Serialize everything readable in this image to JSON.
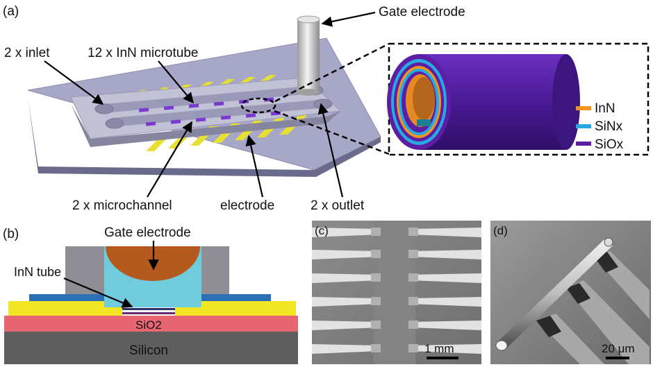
{
  "panel_a": {
    "tag": "(a)",
    "labels": {
      "gate_electrode": "Gate electrode",
      "inlet": "2 x inlet",
      "microtube": "12 x InN microtube",
      "microchannel": "2 x microchannel",
      "electrode": "electrode",
      "outlet": "2 x outlet"
    },
    "legend": [
      {
        "name": "InN",
        "color": "#f0961e"
      },
      {
        "name": "SiNx",
        "color": "#2aa8e0"
      },
      {
        "name": "SiOx",
        "color": "#5b1ea5"
      }
    ]
  },
  "panel_b": {
    "tag": "(b)",
    "labels": {
      "gate_electrode": "Gate electrode",
      "tube": "InN tube",
      "oxide": "SiO2",
      "substrate": "Silicon"
    }
  },
  "panel_c": {
    "tag": "(c)",
    "scale_label": "1 mm"
  },
  "panel_d": {
    "tag": "(d)",
    "scale_label": "20 μm"
  }
}
